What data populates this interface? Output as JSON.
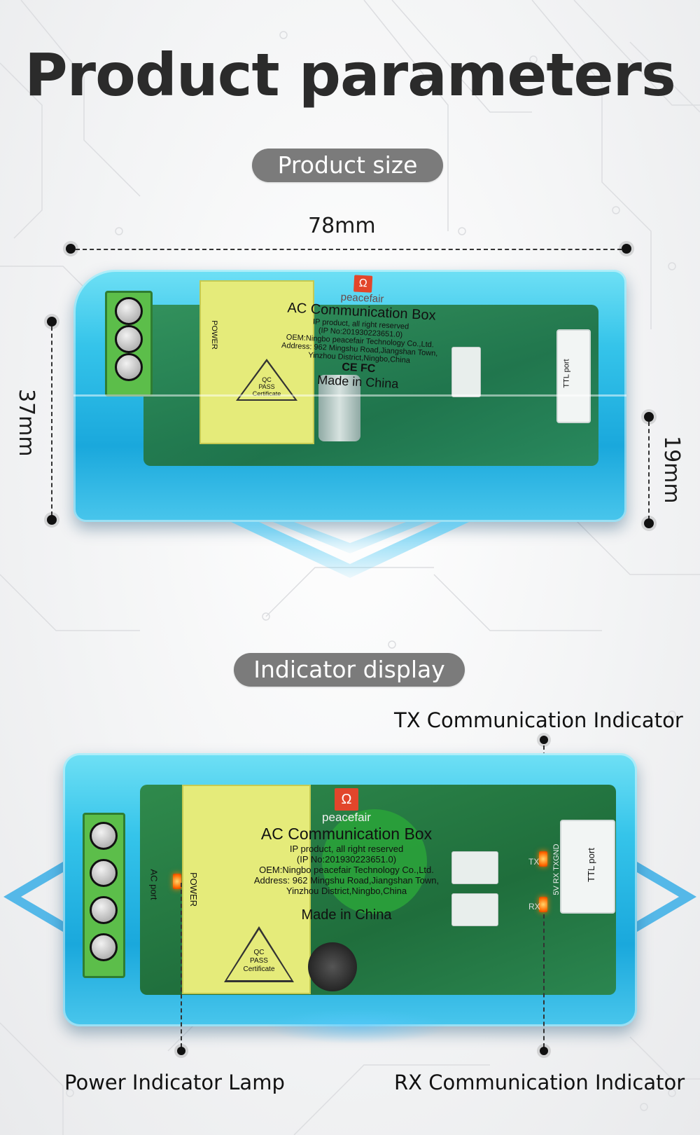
{
  "page": {
    "title": "Product parameters"
  },
  "size_section": {
    "heading": "Product size",
    "dimensions": {
      "length": "78mm",
      "height": "37mm",
      "thickness": "19mm"
    }
  },
  "indicator_section": {
    "heading": "Indicator display",
    "callouts": {
      "tx": "TX Communication Indicator",
      "power": "Power Indicator Lamp",
      "rx": "RX Communication Indicator"
    }
  },
  "device_label": {
    "brand": "peacefair",
    "product": "AC Communication Box",
    "line1": "IP product, all right reserved",
    "line2": "(IP No:201930223651.0)",
    "line3": "OEM:Ningbo peacefair Technology Co.,Ltd.",
    "line4": "Address: 962 Mingshu Road,Jiangshan Town,",
    "line5": "Yinzhou District,Ningbo,China",
    "certs": "CE FC",
    "made_in": "Made in China",
    "qc_top": "QC",
    "qc_mid": "PASS",
    "qc_bottom": "Certificate",
    "power_mark": "POWER",
    "ac_port": "AC port",
    "ttl_port": "TTL port",
    "tx_mark": "TX",
    "rx_mark": "RX",
    "pin_labels": "5V RX TXGND"
  },
  "colors": {
    "pill_bg": "#7b7b7b",
    "case_blue": "#35c4ea",
    "pcb_green": "#2f8a4c",
    "led_orange": "#ff6a00"
  }
}
